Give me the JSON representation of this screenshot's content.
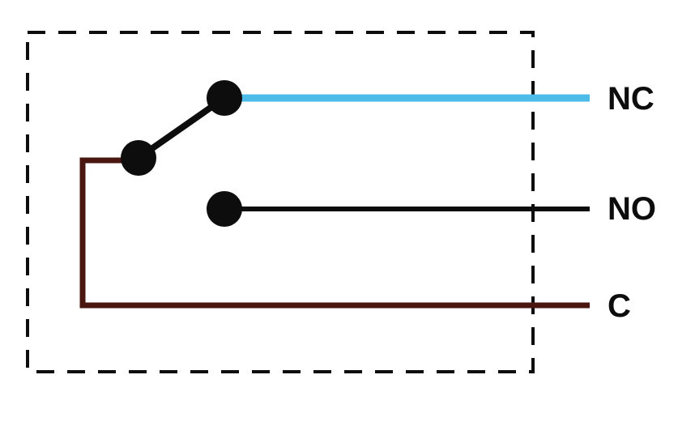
{
  "terminals": {
    "nc": {
      "label": "NC",
      "color": "#4dbbe8"
    },
    "no": {
      "label": "NO",
      "color": "#0d0d0d"
    },
    "c": {
      "label": "C",
      "color": "#4a1710"
    }
  },
  "switch_arm_color": "#0d0d0d",
  "contact_color": "#0d0d0d",
  "enclosure_border_style": "dashed",
  "enclosure_color": "#0d0d0d"
}
